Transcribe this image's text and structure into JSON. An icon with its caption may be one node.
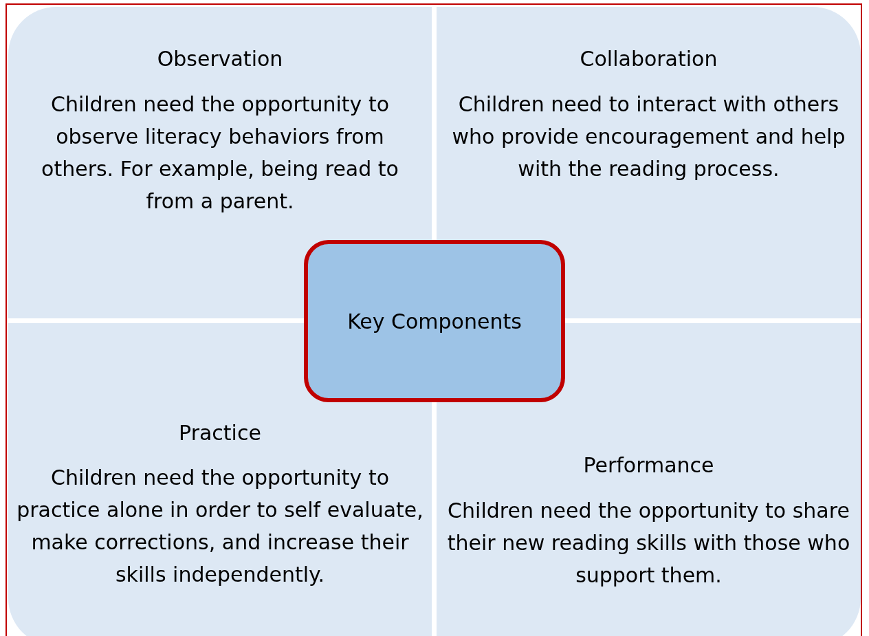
{
  "diagram": {
    "nodes": [
      {
        "text": [
          "Observation",
          "Children need the opportunity to observe literacy behaviors from others. For example, being read to from a parent."
        ]
      },
      {
        "text": [
          "Collaboration",
          "Children need to interact with others who provide encouragement and help with the reading process."
        ]
      },
      {
        "text": [
          "Practice",
          "Children need the opportunity to practice alone in order to self evaluate, make corrections, and increase their skills independently."
        ]
      },
      {
        "text": [
          "Performance",
          "Children need the opportunity to share their new reading skills with those who support them."
        ]
      },
      {
        "text": [
          "Key Components"
        ]
      }
    ]
  }
}
